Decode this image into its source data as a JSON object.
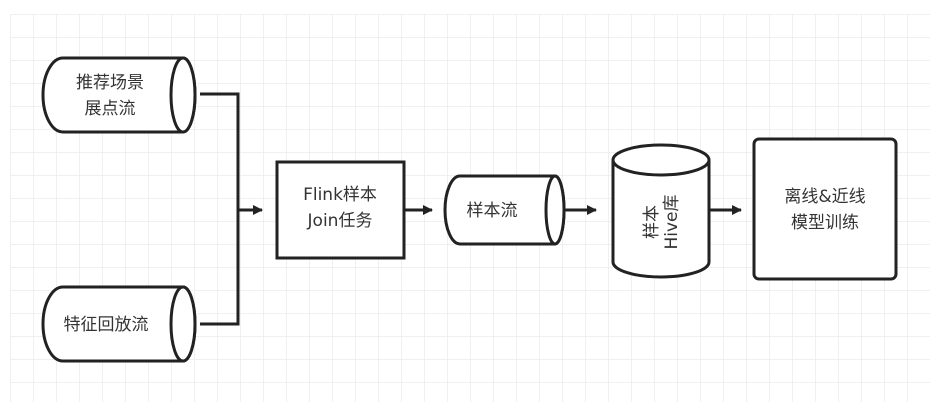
{
  "diagram": {
    "nodes": {
      "rec_stream": {
        "lines": [
          "推荐场景",
          "展点流"
        ]
      },
      "feature_stream": {
        "lines": [
          "特征回放流"
        ]
      },
      "flink_join": {
        "lines": [
          "Flink样本",
          "Join任务"
        ]
      },
      "sample_stream": {
        "lines": [
          "样本流"
        ]
      },
      "hive": {
        "lines": [
          "样本",
          "Hive库"
        ]
      },
      "training": {
        "lines": [
          "离线&近线",
          "模型训练"
        ]
      }
    },
    "edges": [
      {
        "from": "rec_stream",
        "to": "flink_join"
      },
      {
        "from": "feature_stream",
        "to": "flink_join"
      },
      {
        "from": "flink_join",
        "to": "sample_stream"
      },
      {
        "from": "sample_stream",
        "to": "hive"
      },
      {
        "from": "hive",
        "to": "training"
      }
    ],
    "colors": {
      "stroke": "#222222",
      "text": "#333333",
      "grid": "#ececec"
    }
  }
}
